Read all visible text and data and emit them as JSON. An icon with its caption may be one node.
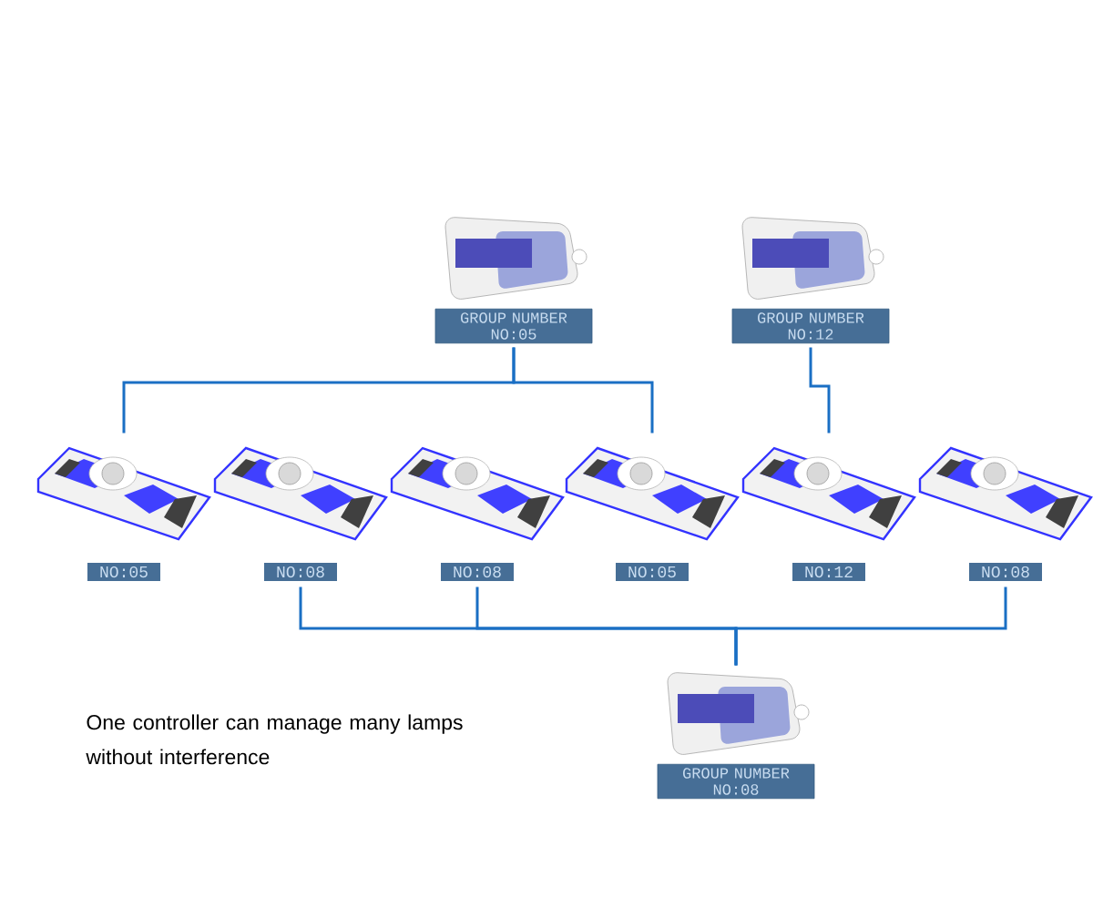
{
  "diagram": {
    "nodes": [
      {
        "text": [
          "GROUP NUMBER NO:05"
        ]
      },
      {
        "text": [
          "GROUP NUMBER NO:12"
        ]
      },
      {
        "text": [
          "NO:05"
        ]
      },
      {
        "text": [
          "NO:08"
        ]
      },
      {
        "text": [
          "NO:08"
        ]
      },
      {
        "text": [
          "NO:05"
        ]
      },
      {
        "text": [
          "NO:12"
        ]
      },
      {
        "text": [
          "NO:08"
        ]
      },
      {
        "text": [
          "GROUP NUMBER NO:08"
        ]
      }
    ],
    "edges": [
      {
        "from": 0,
        "to": 2,
        "arrow": "none"
      },
      {
        "from": 0,
        "to": 5,
        "arrow": "none"
      },
      {
        "from": 1,
        "to": 6,
        "arrow": "none"
      },
      {
        "from": 3,
        "to": 8,
        "arrow": "none"
      },
      {
        "from": 4,
        "to": 8,
        "arrow": "none"
      },
      {
        "from": 7,
        "to": 8,
        "arrow": "none"
      }
    ],
    "labels": [
      "One controller can manage many lamps without interference"
    ]
  }
}
